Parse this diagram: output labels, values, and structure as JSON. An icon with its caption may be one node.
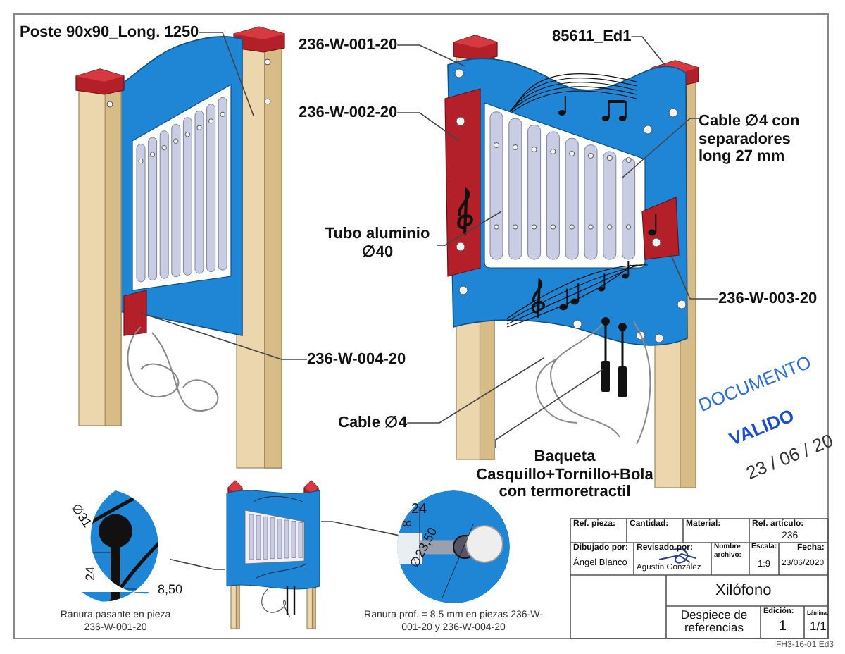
{
  "diagram": {
    "nodes": [
      {
        "text": [
          "Poste 90x90_Long. 1250"
        ]
      },
      {
        "text": [
          "236-W-001-20"
        ]
      },
      {
        "text": [
          "85611_Ed1"
        ]
      },
      {
        "text": [
          "236-W-002-20"
        ]
      },
      {
        "text": [
          "Cable ∅4 con separadores long 27 mm"
        ]
      },
      {
        "text": [
          "Tubo aluminio ∅40"
        ]
      },
      {
        "text": [
          "236-W-003-20"
        ]
      },
      {
        "text": [
          "236-W-004-20"
        ]
      },
      {
        "text": [
          "Cable ∅4"
        ]
      },
      {
        "text": [
          "Baqueta Casquillo+Tornillo+Bola con termoretractil"
        ]
      },
      {
        "text": [],
        "shape": "circle",
        "beside": [
          "Ranura pasante en pieza 236-W-001-20"
        ]
      },
      {
        "text": [],
        "shape": "picture"
      },
      {
        "text": [],
        "shape": "circle",
        "beside": [
          "Ranura prof. = 8.5 mm en piezas 236-W-001-20 y 236-W-004-20"
        ]
      }
    ],
    "edges": [
      {
        "from": 0,
        "to": null,
        "arrow": "none"
      },
      {
        "from": 1,
        "to": null,
        "arrow": "none"
      },
      {
        "from": 2,
        "to": null,
        "arrow": "none"
      },
      {
        "from": 3,
        "to": null,
        "arrow": "none"
      },
      {
        "from": 4,
        "to": null,
        "arrow": "none"
      },
      {
        "from": 5,
        "to": null,
        "arrow": "none"
      },
      {
        "from": 6,
        "to": null,
        "arrow": "none"
      },
      {
        "from": 7,
        "to": null,
        "arrow": "none"
      },
      {
        "from": 8,
        "to": null,
        "arrow": "none"
      },
      {
        "from": 9,
        "to": null,
        "arrow": "none"
      },
      {
        "from": 10,
        "to": 11,
        "arrow": "none"
      },
      {
        "from": 12,
        "to": 11,
        "arrow": "none"
      }
    ],
    "labels": [
      "∅31",
      "24",
      "8,50",
      "8",
      "24",
      "∅23,50",
      "DOCUMENTO",
      "VALIDO",
      "23 / 06 / 20",
      "Ref. pieza:",
      "Cantidad:",
      "Material:",
      "Ref. artículo:",
      "236",
      "Dibujado por:",
      "Revisado por:",
      "Nombre archivo:",
      "Escala:",
      "Fecha:",
      "Ángel Blanco",
      "Agustín González",
      "1:9",
      "23/06/2020",
      "Xilófono",
      "Despiece de referencias",
      "Edición:",
      "1",
      "Lámina:",
      "1/1",
      "FH3-16-01 Ed3"
    ]
  }
}
